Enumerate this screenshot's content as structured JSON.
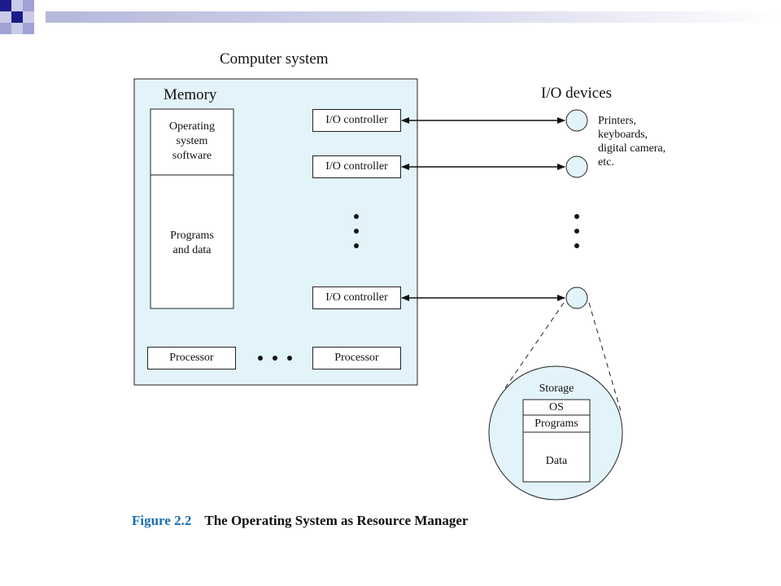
{
  "title": "Computer system",
  "memory": {
    "label": "Memory",
    "os_line1": "Operating",
    "os_line2": "system",
    "os_line3": "software",
    "programs_line1": "Programs",
    "programs_line2": "and data"
  },
  "io_controllers": [
    "I/O controller",
    "I/O controller",
    "I/O controller"
  ],
  "processors": [
    "Processor",
    "Processor"
  ],
  "io_devices": {
    "label": "I/O devices",
    "desc_line1": "Printers,",
    "desc_line2": "keyboards,",
    "desc_line3": "digital camera,",
    "desc_line4": "etc."
  },
  "storage": {
    "label": "Storage",
    "os": "OS",
    "programs": "Programs",
    "data": "Data"
  },
  "caption": {
    "number": "Figure 2.2",
    "text": "The Operating System as Resource Manager"
  },
  "colors": {
    "panel_fill": "#e2f3fa",
    "circle_fill": "#e2f3fa",
    "caption_number": "#1a6fb0",
    "deco_dark": "#1c1c8c",
    "deco_light": "#9fa2d3"
  }
}
